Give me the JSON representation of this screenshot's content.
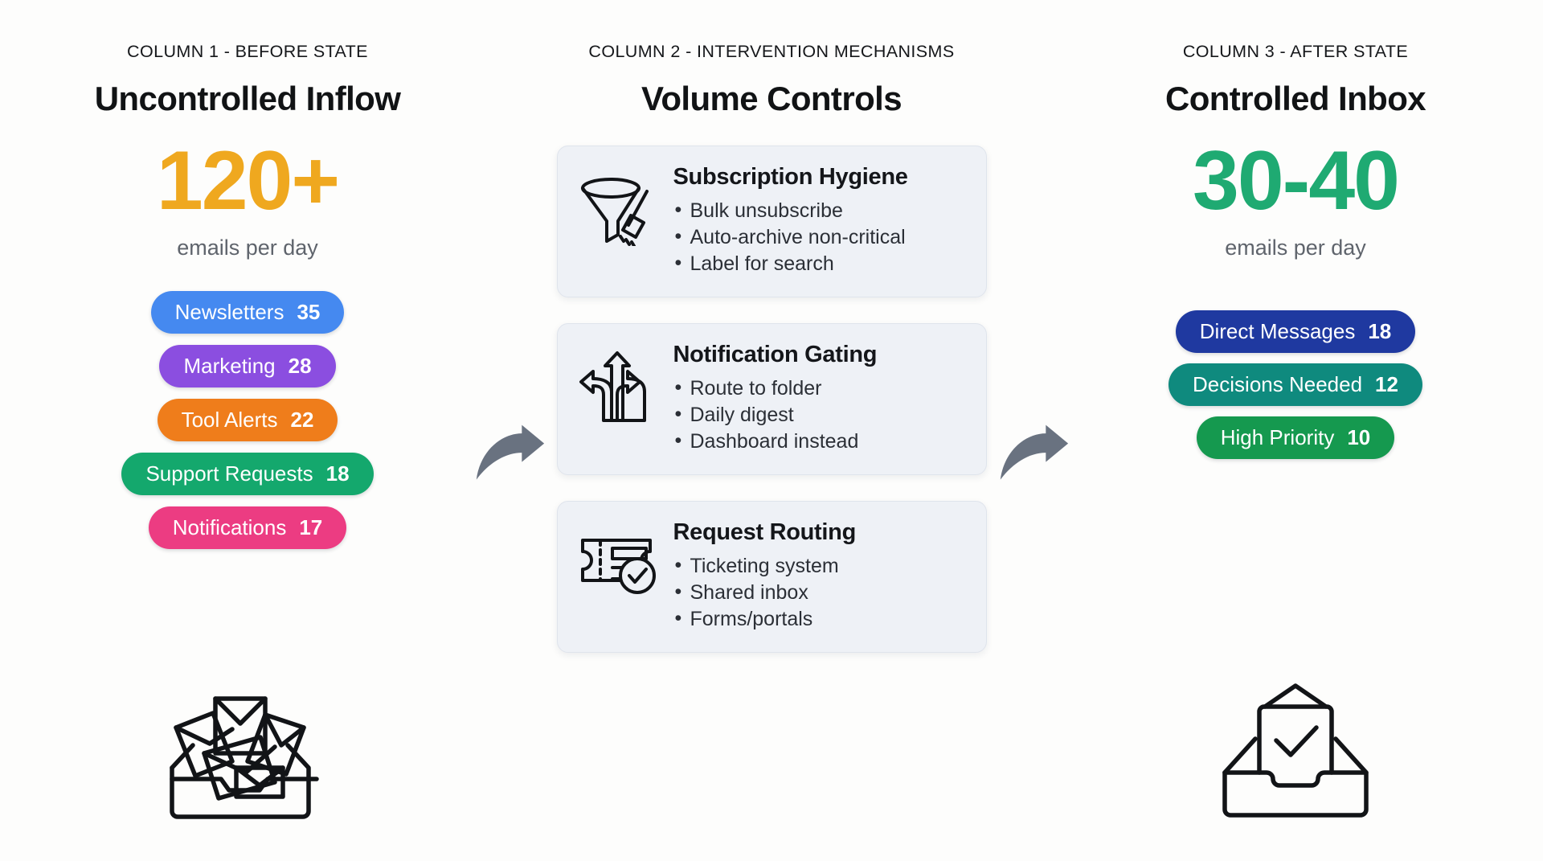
{
  "columns": {
    "before": {
      "kicker": "COLUMN 1 - BEFORE STATE",
      "title": "Uncontrolled Inflow",
      "stat_value": "120+",
      "stat_unit": "emails per day",
      "stat_color": "#efa81f",
      "categories": [
        {
          "label": "Newsletters",
          "value": "35",
          "color": "#4589f0"
        },
        {
          "label": "Marketing",
          "value": "28",
          "color": "#8b4ee0"
        },
        {
          "label": "Tool Alerts",
          "value": "22",
          "color": "#ef7d1b"
        },
        {
          "label": "Support Requests",
          "value": "18",
          "color": "#14a86d"
        },
        {
          "label": "Notifications",
          "value": "17",
          "color": "#ec3c82"
        }
      ],
      "art_icon": "overflowing-inbox-icon"
    },
    "middle": {
      "kicker": "COLUMN 2 - INTERVENTION MECHANISMS",
      "title": "Volume Controls",
      "cards": [
        {
          "icon": "funnel-broom-icon",
          "title": "Subscription Hygiene",
          "items": [
            "Bulk unsubscribe",
            "Auto-archive non-critical",
            "Label for search"
          ]
        },
        {
          "icon": "three-way-arrow-icon",
          "title": "Notification Gating",
          "items": [
            "Route to folder",
            "Daily digest",
            "Dashboard instead"
          ]
        },
        {
          "icon": "ticket-check-icon",
          "title": "Request Routing",
          "items": [
            "Ticketing system",
            "Shared inbox",
            "Forms/portals"
          ]
        }
      ]
    },
    "after": {
      "kicker": "COLUMN 3 - AFTER STATE",
      "title": "Controlled Inbox",
      "stat_value": "30-40",
      "stat_unit": "emails per day",
      "stat_color": "#1faa72",
      "categories": [
        {
          "label": "Direct Messages",
          "value": "18",
          "color": "#1f39a0"
        },
        {
          "label": "Decisions Needed",
          "value": "12",
          "color": "#0f8a7e"
        },
        {
          "label": "High Priority",
          "value": "10",
          "color": "#15994f"
        }
      ],
      "art_icon": "inbox-check-icon"
    }
  },
  "connectors": [
    {
      "name": "arrow-before-to-middle",
      "color": "#697280"
    },
    {
      "name": "arrow-middle-to-after",
      "color": "#697280"
    }
  ],
  "palette": {
    "background": "#fdfdfc",
    "card_bg": "#eef1f6",
    "card_border": "#dfe4ec",
    "text_primary": "#14161a",
    "text_muted": "#5f646c",
    "stroke": "#15171a"
  }
}
